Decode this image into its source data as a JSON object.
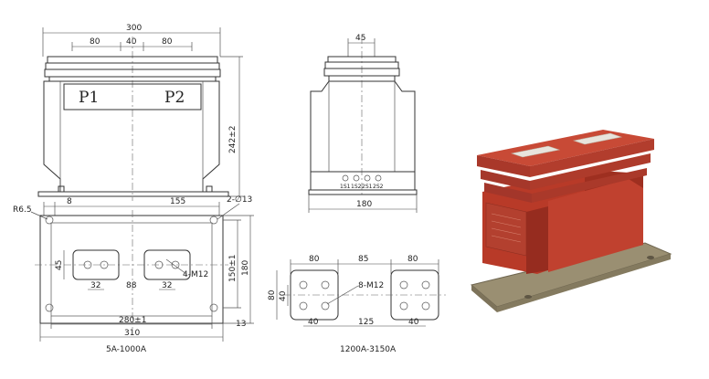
{
  "front_view": {
    "width_total": "300",
    "spacing_left": "80",
    "spacing_mid": "40",
    "spacing_right": "80",
    "terminal_p1": "P1",
    "terminal_p2": "P2",
    "height": "242±2"
  },
  "side_view": {
    "top_width": "45",
    "base_width": "180",
    "secondary_terminals": [
      "1S1",
      "1S2",
      "2S1",
      "2S2"
    ]
  },
  "base_view": {
    "radius": "R6.5",
    "offset_left": "8",
    "offset_155": "155",
    "holes": "2-∅13",
    "bar_height": "45",
    "bolt_label": "4-M12",
    "bolt_spacing_left": "32",
    "bar_center": "88",
    "bolt_spacing_right": "32",
    "mount_length": "280±1",
    "total_length": "310",
    "edge_13": "13",
    "vertical_150": "150±1",
    "vertical_180": "180",
    "caption": "5A-1000A"
  },
  "bar_detail": {
    "left_width": "80",
    "gap": "85",
    "right_width": "80",
    "height_80": "80",
    "height_40": "40",
    "bolt_label": "8-M12",
    "hole_spacing_left": "40",
    "center_distance": "125",
    "hole_spacing_right": "40",
    "caption": "1200A-3150A"
  },
  "colors": {
    "product_body": "#c0412f",
    "product_base": "#9a8f72"
  }
}
